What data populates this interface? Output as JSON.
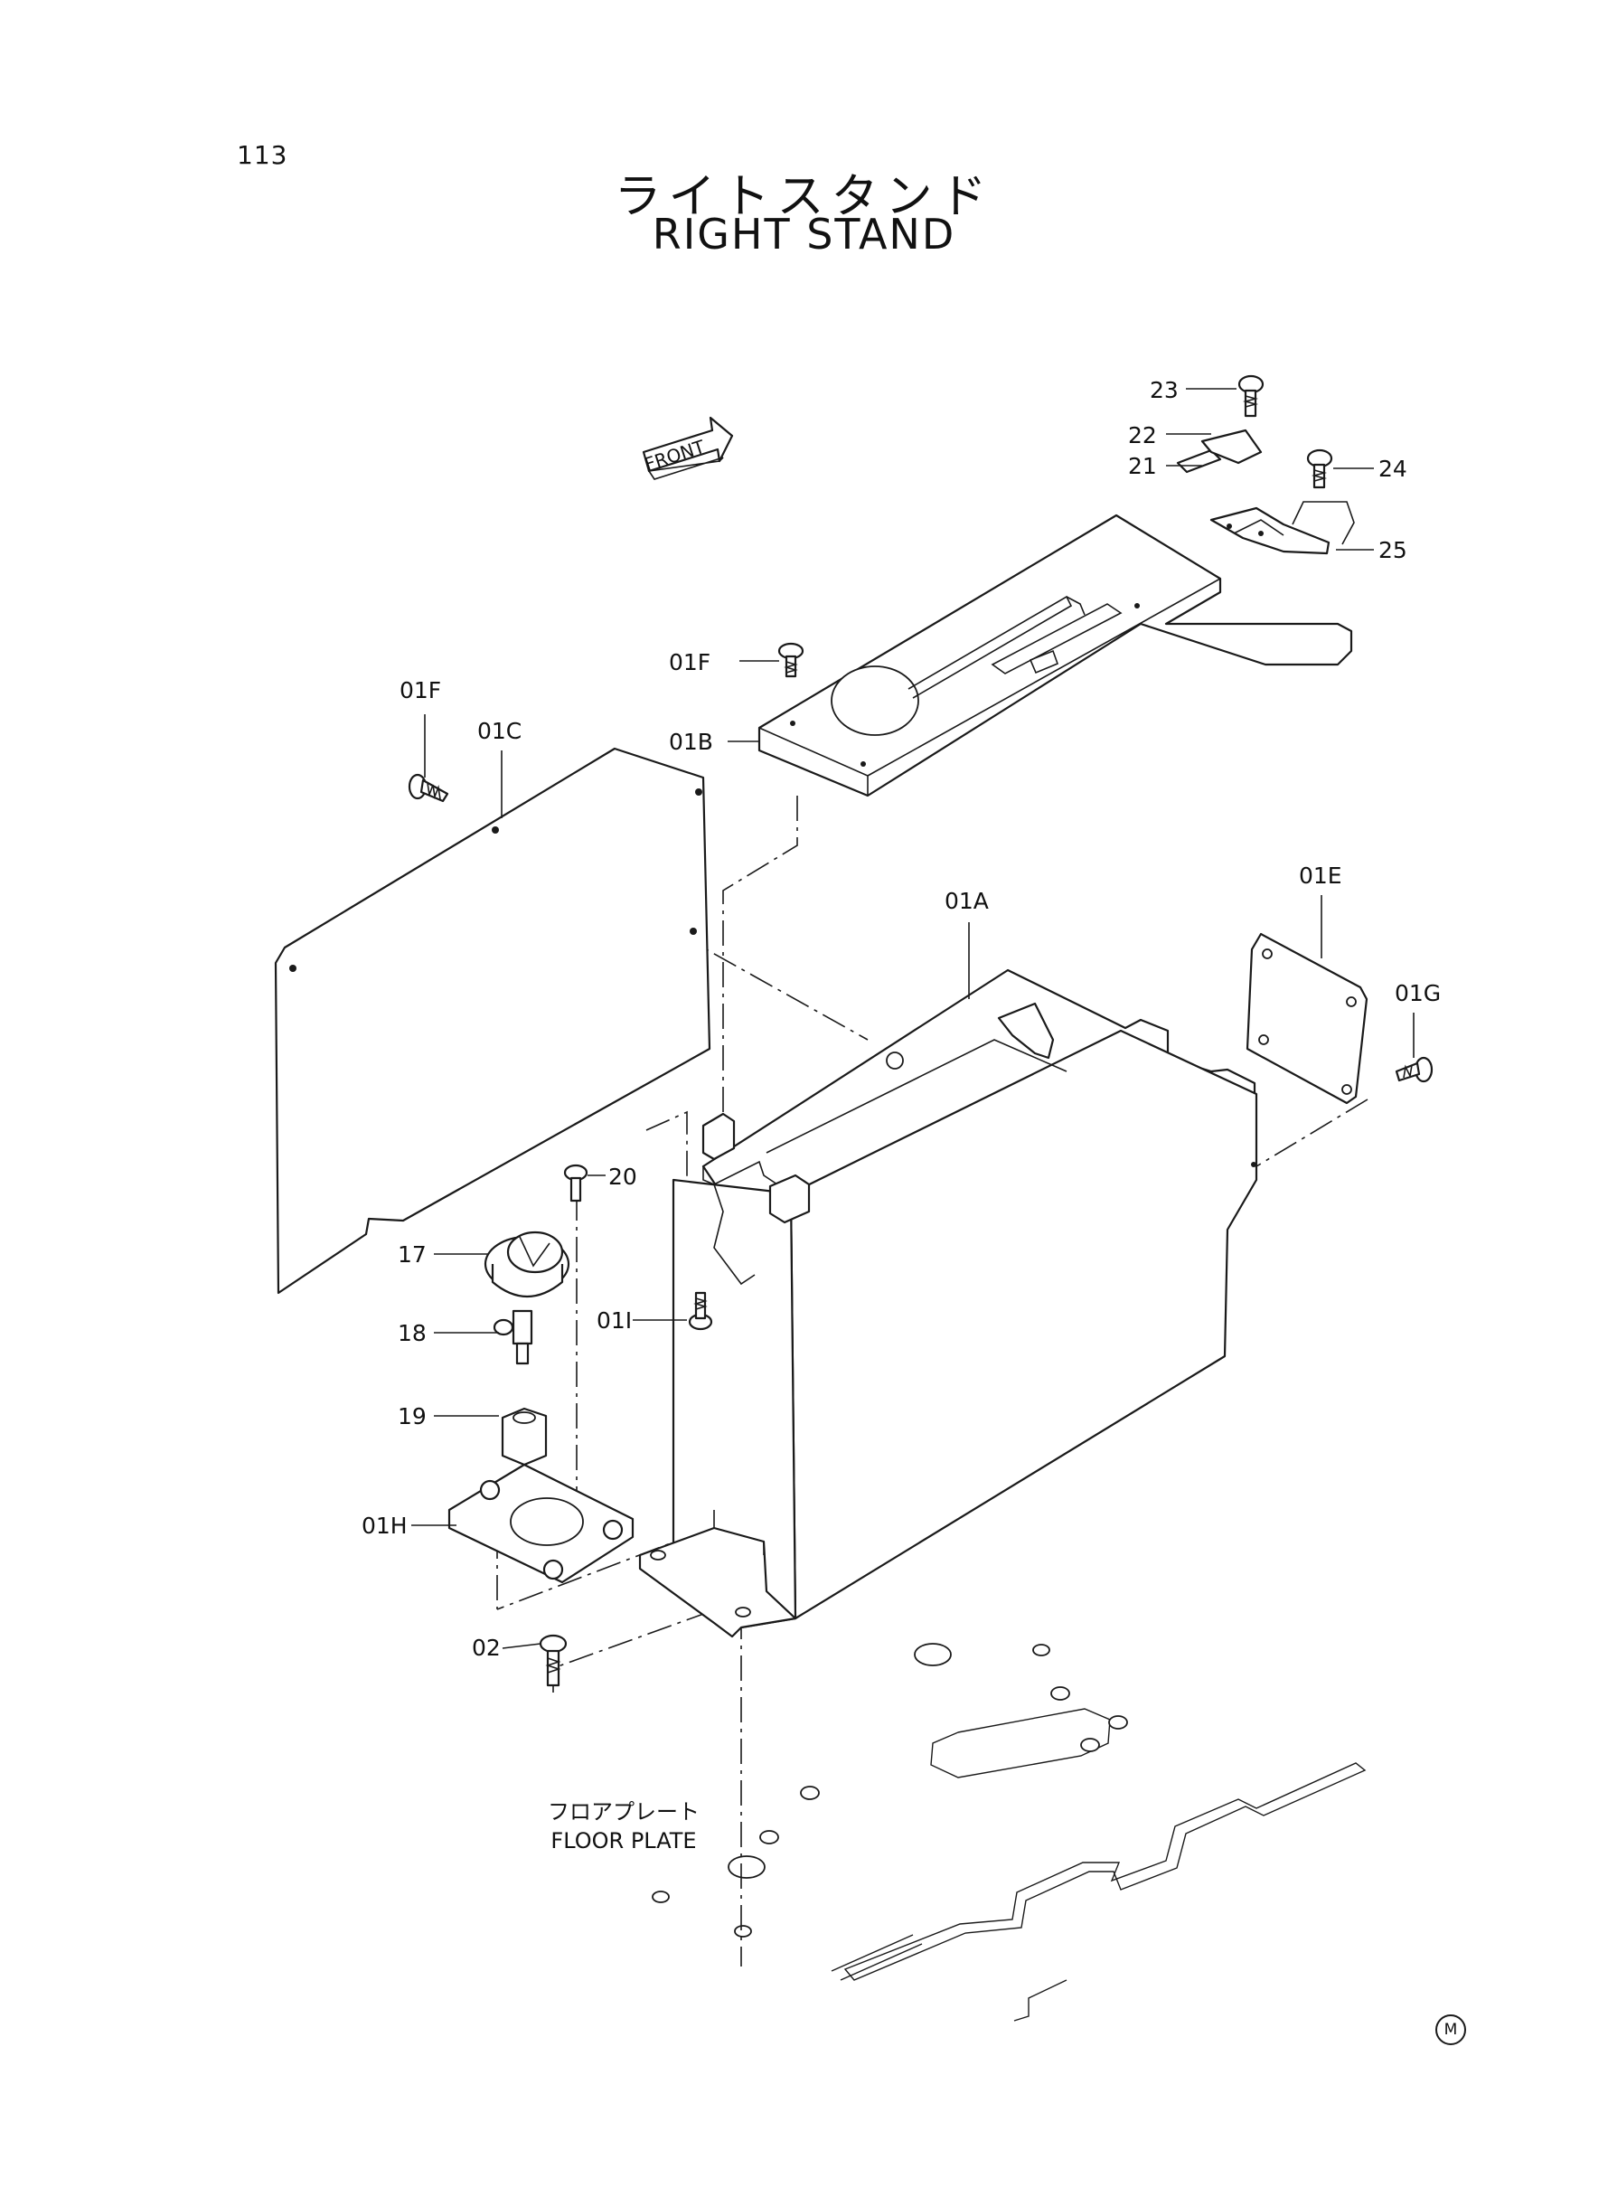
{
  "page_number": "113",
  "title_ja": "ライトスタンド",
  "title_en": "RIGHT STAND",
  "front_arrow_label": "FRONT",
  "floor_label_ja": "フロアプレート",
  "floor_label_en": "FLOOR PLATE",
  "mark_symbol": "M",
  "callouts": {
    "c23": "23",
    "c22": "22",
    "c21": "21",
    "c24": "24",
    "c25": "25",
    "c01F_top": "01F",
    "c01B": "01B",
    "c01F_left": "01F",
    "c01C": "01C",
    "c01A": "01A",
    "c01E": "01E",
    "c01G": "01G",
    "c20": "20",
    "c17": "17",
    "c01I": "01I",
    "c18": "18",
    "c19": "19",
    "c01H": "01H",
    "c02": "02"
  }
}
